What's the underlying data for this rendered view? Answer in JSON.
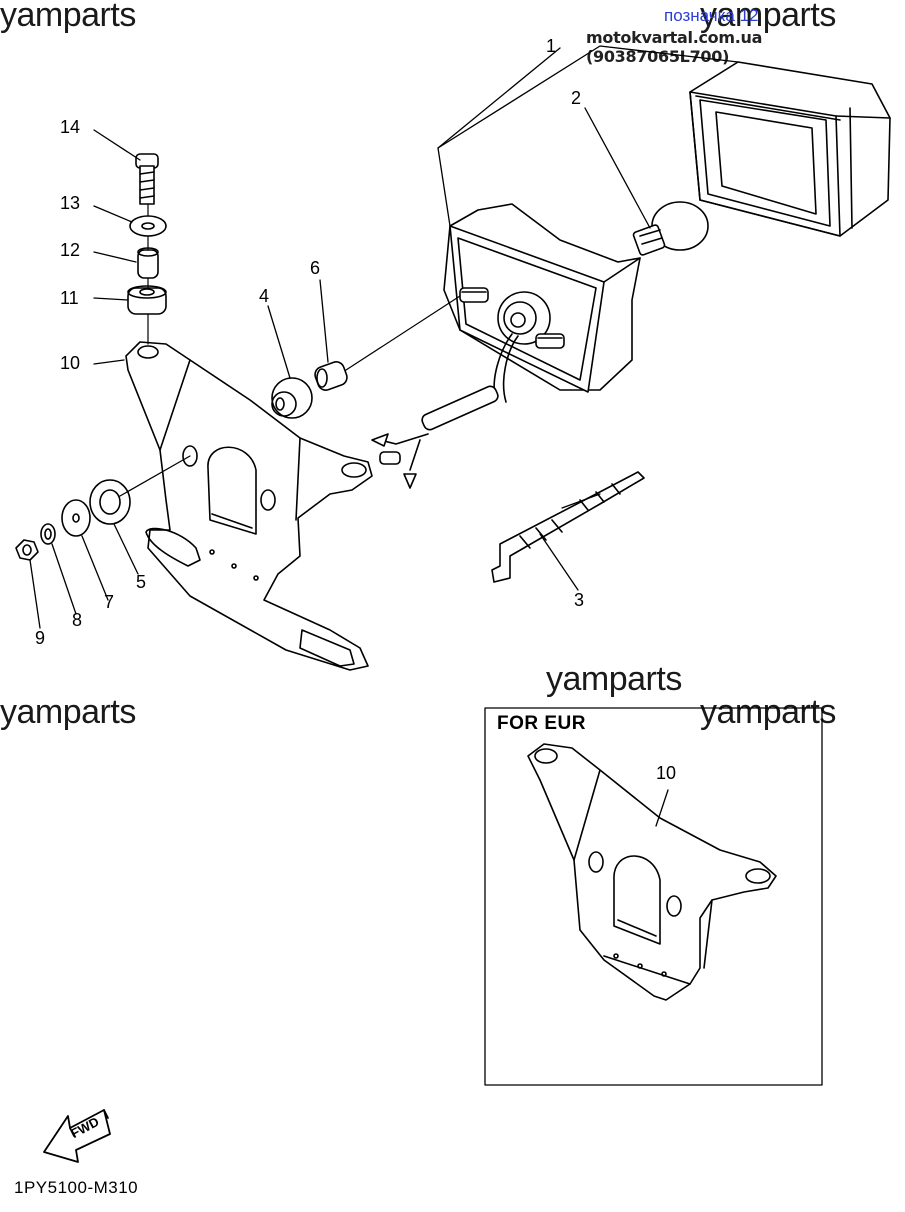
{
  "watermarks": [
    "yamparts",
    "yamparts",
    "yamparts",
    "yamparts",
    "yamparts"
  ],
  "header": {
    "badge": "позначка 12",
    "site": "motokvartal.com.ua (90387065L700)"
  },
  "footer": {
    "code": "1PY5100-M310",
    "fwd_label": "FWD"
  },
  "inset": {
    "label": "FOR EUR",
    "part_number": "10"
  },
  "callouts": [
    "1",
    "2",
    "3",
    "4",
    "5",
    "6",
    "7",
    "8",
    "9",
    "10",
    "11",
    "12",
    "13",
    "14"
  ]
}
